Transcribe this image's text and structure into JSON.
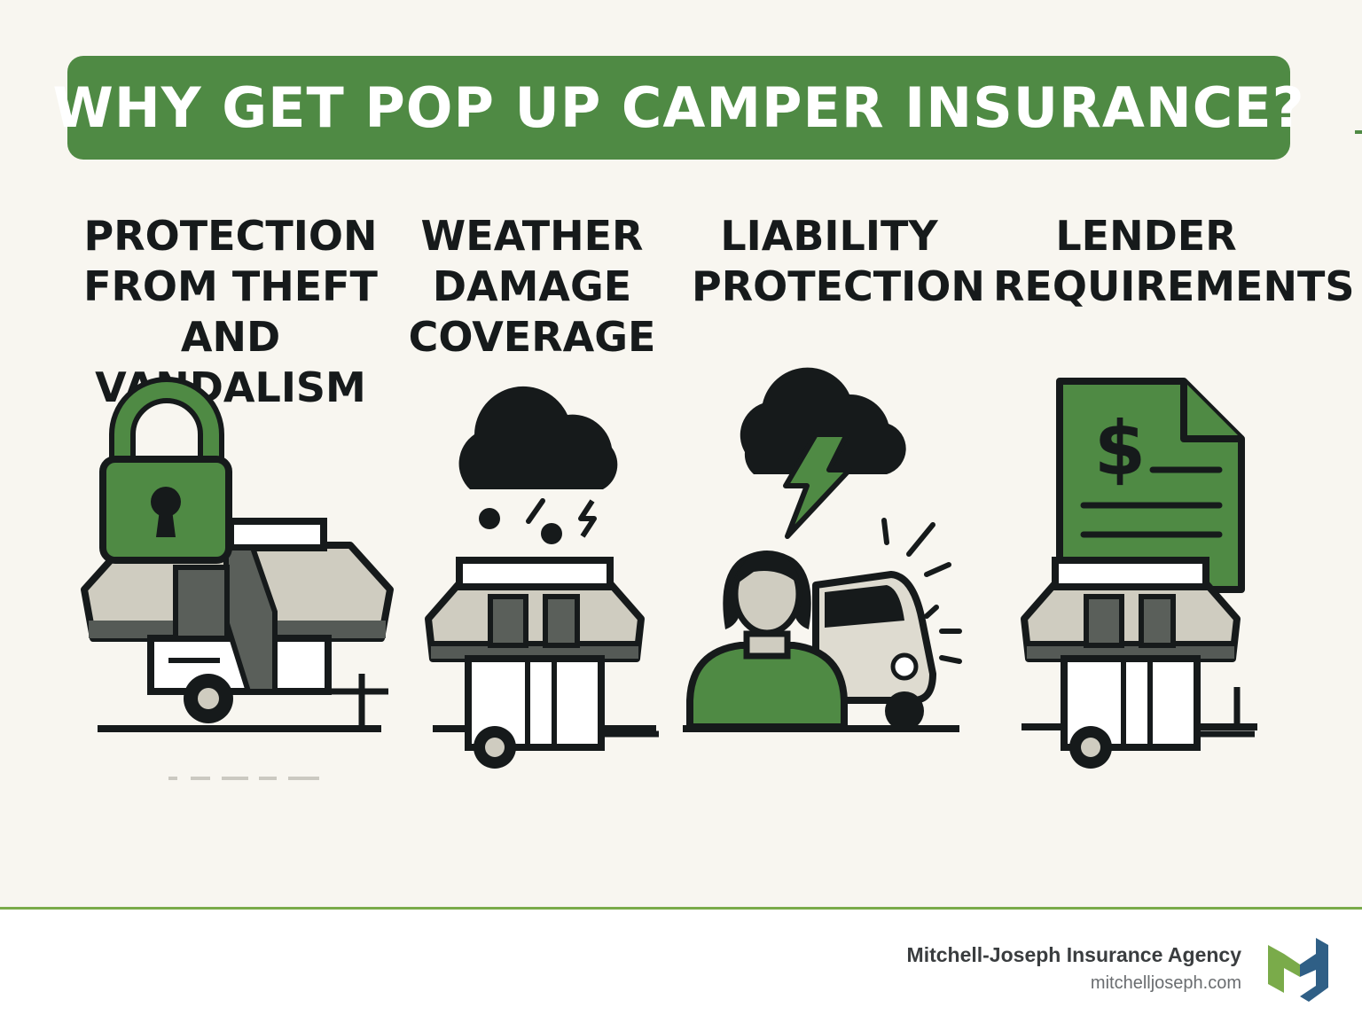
{
  "header": {
    "title": "WHY GET POP UP CAMPER INSURANCE?"
  },
  "columns": [
    {
      "title": "PROTECTION\nFROM THEFT\nAND VANDALISM",
      "icon": "padlock-camper-icon"
    },
    {
      "title": "WEATHER\nDAMAGE\nCOVERAGE",
      "icon": "storm-cloud-camper-icon"
    },
    {
      "title": "LIABILITY\nPROTECTION",
      "icon": "person-vehicle-accident-icon"
    },
    {
      "title": "LENDER\nREQUIREMENTS",
      "icon": "loan-document-camper-icon"
    }
  ],
  "footer": {
    "agency": "Mitchell-Joseph Insurance Agency",
    "url": "mitchelljoseph.com",
    "logo_icon": "mj-logo-icon"
  },
  "colors": {
    "brand_green": "#4f8a44",
    "dark": "#161a1b",
    "background": "#f8f6f0",
    "accent_line": "#7aab4a",
    "logo_blue": "#2f5f86"
  }
}
